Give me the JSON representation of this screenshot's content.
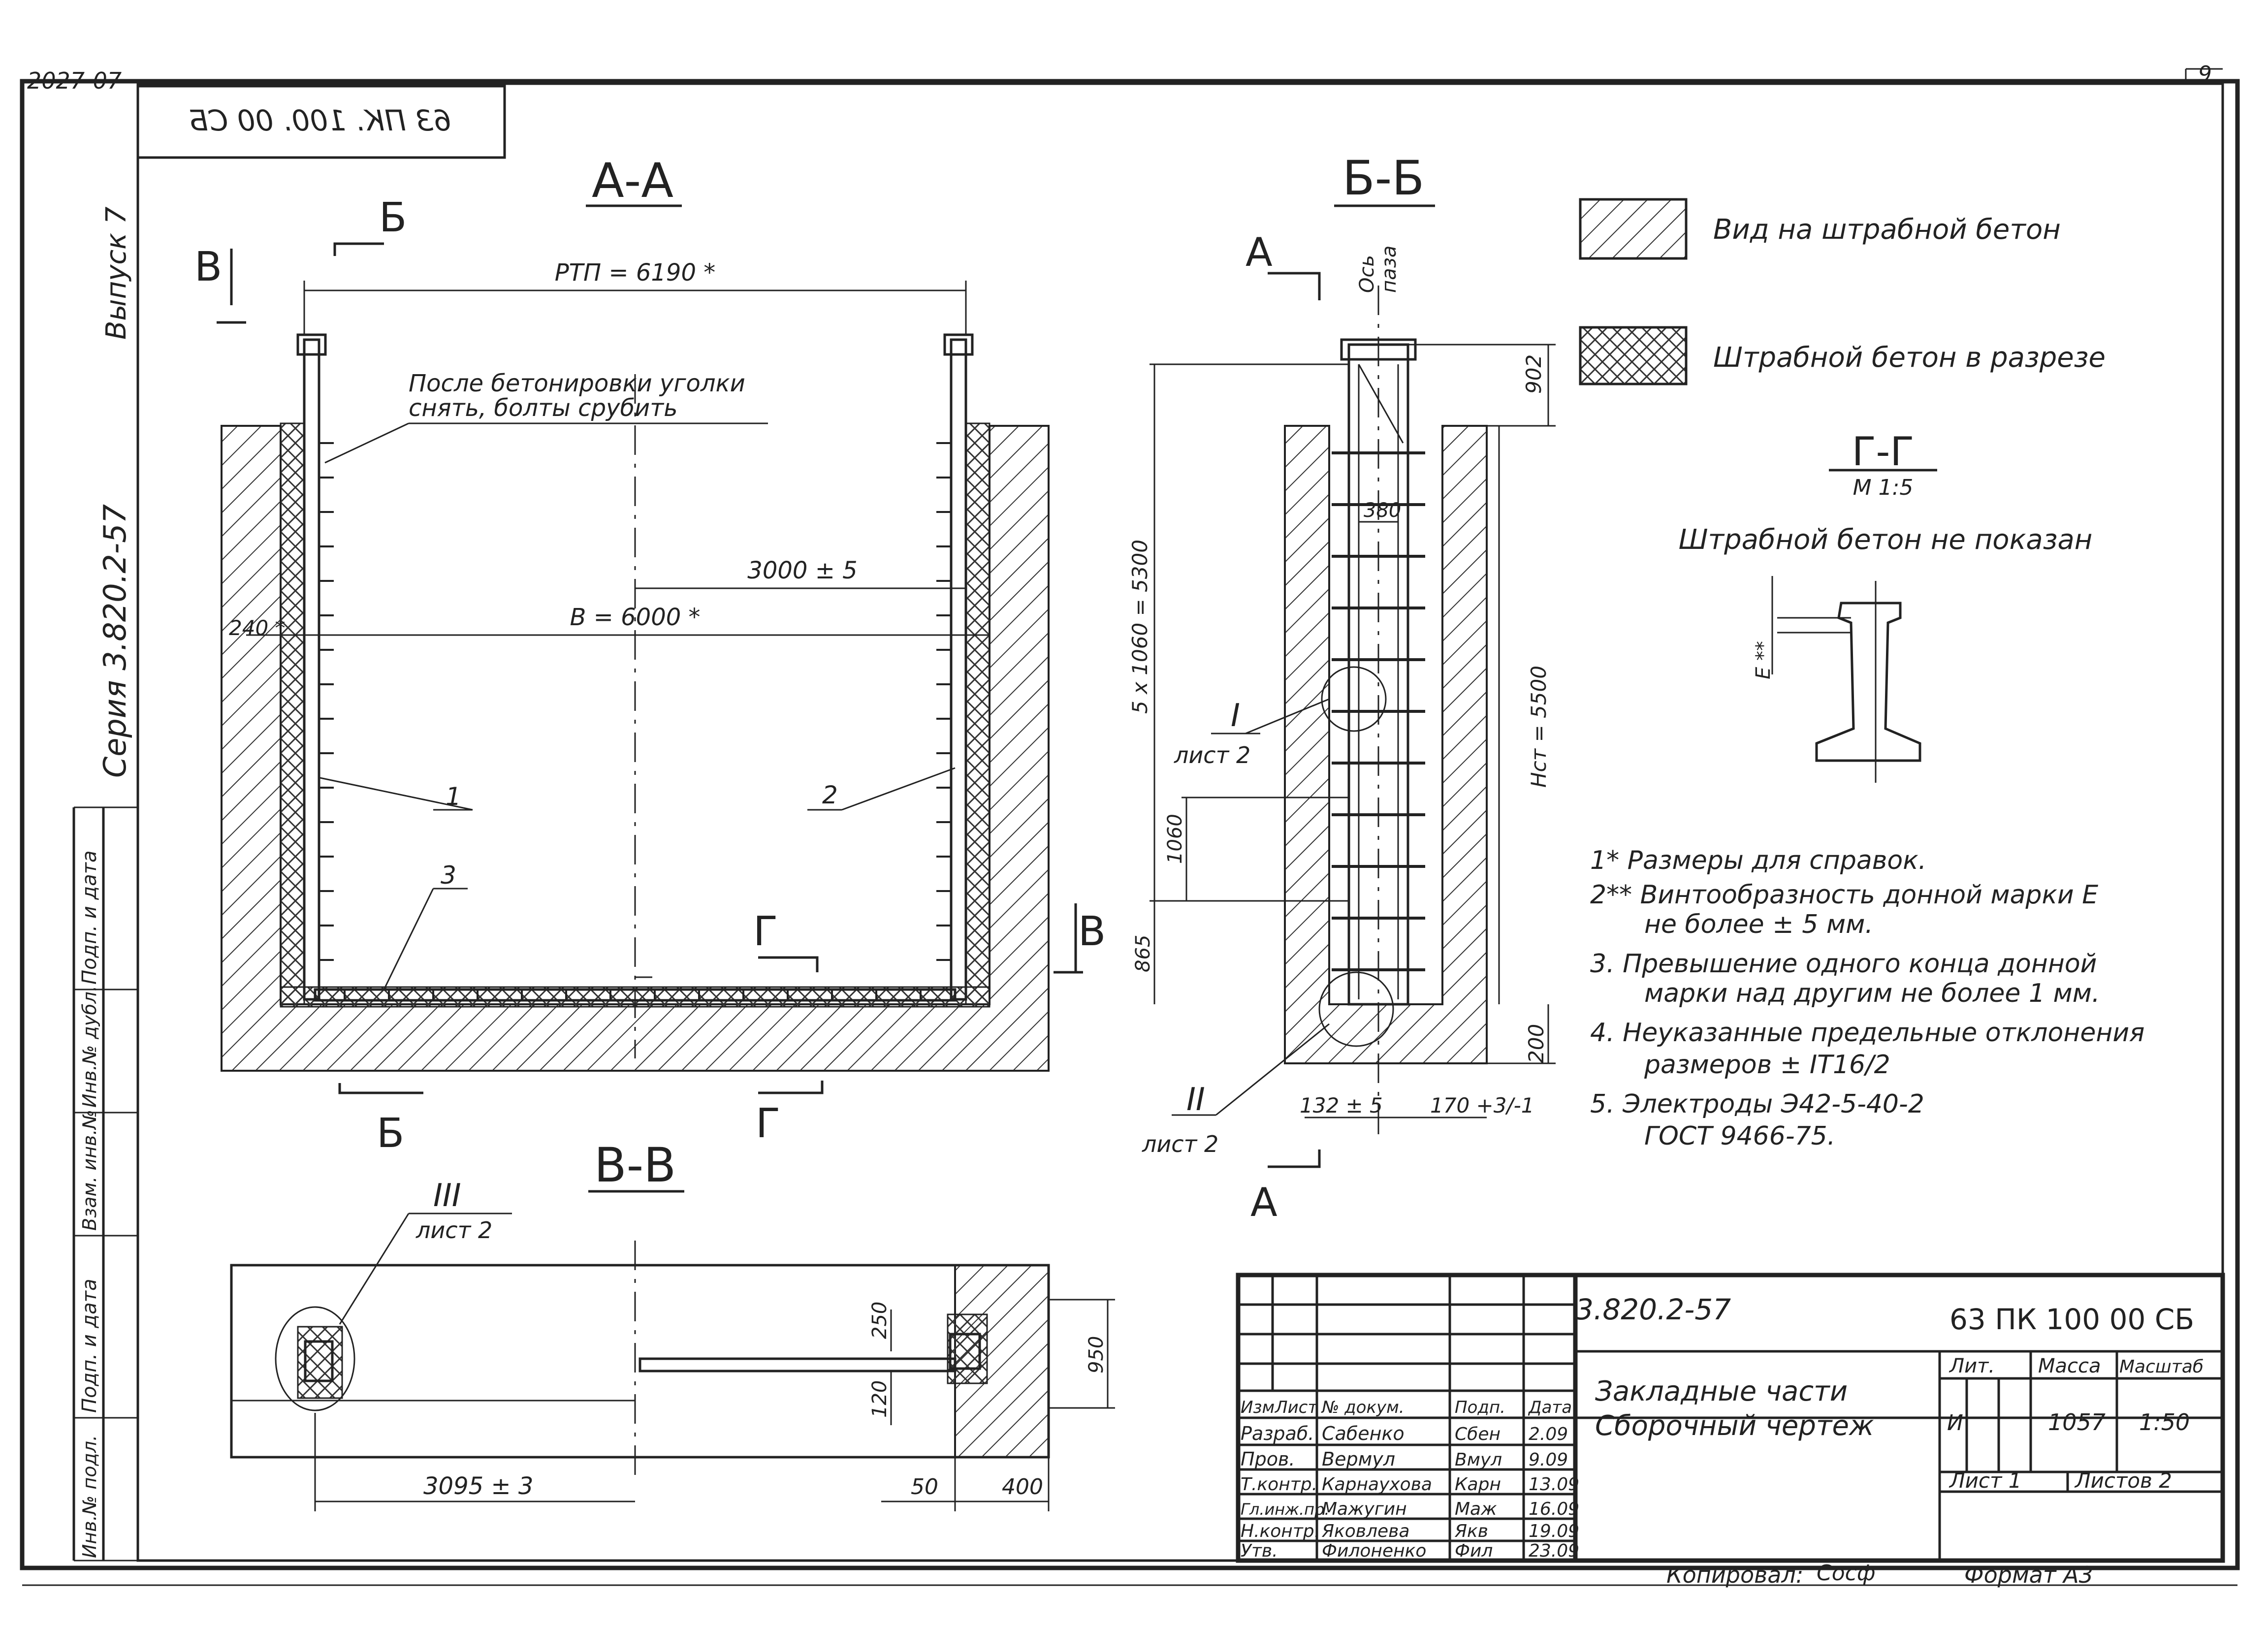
{
  "corner_code": "2027-07",
  "page_number": "9",
  "stamp_mirrored": "63 ПК. 100. 00 СБ",
  "side": {
    "issue": "Выпуск 7",
    "series": "Серия 3.820.2-57",
    "fields": [
      "Подп. и дата",
      "Инв.№ дубл.",
      "Взам. инв.№",
      "Подп. и дата",
      "Инв.№ подл."
    ]
  },
  "section_aa": {
    "title": "А-А",
    "cut_b": "Б",
    "cut_v": "В",
    "cut_g": "Г",
    "dim_rtp": "РТП = 6190 *",
    "note": [
      "После бетонировки уголки",
      "снять, болты срубить"
    ],
    "dim_half": "3000 ± 5",
    "dim_b": "В = 6000 *",
    "dim_240": "240 *",
    "pos1": "1",
    "pos2": "2",
    "pos3": "3"
  },
  "section_bb": {
    "title": "Б-Б",
    "cut_a": "А",
    "axis_label": [
      "Ось",
      "паза"
    ],
    "dim_902": "902",
    "dim_380": "380",
    "dim_5x1060": "5 x 1060 = 5300",
    "dim_hst": "Нст = 5500",
    "dim_1060": "1060",
    "dim_865": "865",
    "dim_200": "200",
    "dim_132": "132 ± 5",
    "dim_170": "170 +3/-1",
    "node1": "I",
    "node2": "II",
    "sheet2": "лист 2"
  },
  "section_vv": {
    "title": "В-В",
    "node3": "III",
    "sheet2": "лист 2",
    "dim_250": "250",
    "dim_120": "120",
    "dim_950": "950",
    "dim_3095": "3095 ± 3",
    "dim_50": "50",
    "dim_400": "400"
  },
  "legend": {
    "hatch_view": "Вид на штрабной бетон",
    "hatch_section": "Штрабной бетон в разрезе"
  },
  "detail_gg": {
    "title": "Г-Г",
    "scale": "М 1:5",
    "note": "Штрабной бетон не показан",
    "label_e": "Е **"
  },
  "notes": [
    "1*  Размеры для справок.",
    "2**  Винтообразность донной марки Е",
    "не более ± 5 мм.",
    "3.  Превышение одного конца донной",
    "марки над другим не более 1 мм.",
    "4.  Неуказанные предельные отклонения",
    "размеров ± IT16/2",
    "5.  Электроды Э42-5-40-2",
    "ГОСТ 9466-75."
  ],
  "title_block": {
    "series": "3.820.2-57",
    "doc_code": "63 ПК 100 00 СБ",
    "name_line1": "Закладные части",
    "name_line2": "Сборочный чертеж",
    "head": {
      "izm": "Изм",
      "list": "Лист",
      "doc": "№ докум.",
      "sign": "Подп.",
      "date": "Дата"
    },
    "rows": [
      {
        "role": "Разраб.",
        "name": "Сабенко",
        "sign": "Сбен",
        "date": "2.09"
      },
      {
        "role": "Пров.",
        "name": "Вермул",
        "sign": "Вмул",
        "date": "9.09"
      },
      {
        "role": "Т.контр.",
        "name": "Карнаухова",
        "sign": "Карн",
        "date": "13.09"
      },
      {
        "role": "Гл.инж.пр.",
        "name": "Мажугин",
        "sign": "Маж",
        "date": "16.09"
      },
      {
        "role": "Н.контр.",
        "name": "Яковлева",
        "sign": "Якв",
        "date": "19.09"
      },
      {
        "role": "Утв.",
        "name": "Филоненко",
        "sign": "Фил",
        "date": "23.09"
      }
    ],
    "lit_label": "Лит.",
    "mass_label": "Масса",
    "scale_label": "Масштаб",
    "lit_value": "И",
    "mass_value": "1057",
    "scale_value": "1:50",
    "sheet_label": "Лист 1",
    "sheets_label": "Листов 2"
  },
  "footer": {
    "copied": "Копировал:",
    "copied_sign": "Сосф",
    "format": "Формат А3"
  }
}
